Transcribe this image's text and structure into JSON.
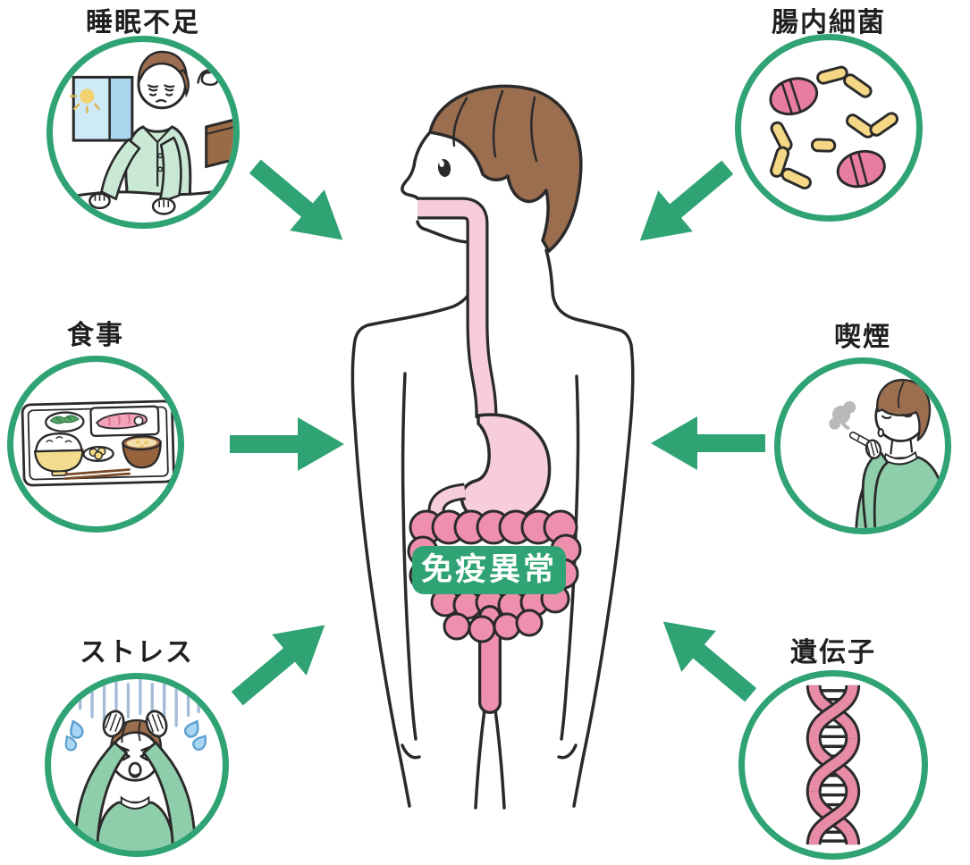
{
  "diagram": {
    "type": "radial-factor-diagram",
    "center": {
      "label": "免疫異常",
      "illustration": "human-body-with-digestive-tract"
    },
    "factors": [
      {
        "id": "sleep-deprivation",
        "label": "睡眠不足",
        "position": "top-left",
        "illustration": "tired-person-sitting-in-bed"
      },
      {
        "id": "gut-bacteria",
        "label": "腸内細菌",
        "position": "top-right",
        "illustration": "bacteria-and-bacilli"
      },
      {
        "id": "diet",
        "label": "食事",
        "position": "middle-left",
        "illustration": "japanese-meal-tray"
      },
      {
        "id": "smoking",
        "label": "喫煙",
        "position": "middle-right",
        "illustration": "person-smoking-cigarette"
      },
      {
        "id": "stress",
        "label": "ストレス",
        "position": "bottom-left",
        "illustration": "stressed-person-clutching-head"
      },
      {
        "id": "genetics",
        "label": "遺伝子",
        "position": "bottom-right",
        "illustration": "dna-double-helix"
      }
    ],
    "colors": {
      "accent_green": "#2fa374",
      "intestine_pink": "#ee8fad",
      "organ_light_pink": "#f6cdd9",
      "bacteria_pink": "#e87da1",
      "capsule_yellow": "#f5d885",
      "outline": "#2a2a2a",
      "label_text": "#1f1f1f",
      "badge_text": "#ffffff"
    }
  }
}
